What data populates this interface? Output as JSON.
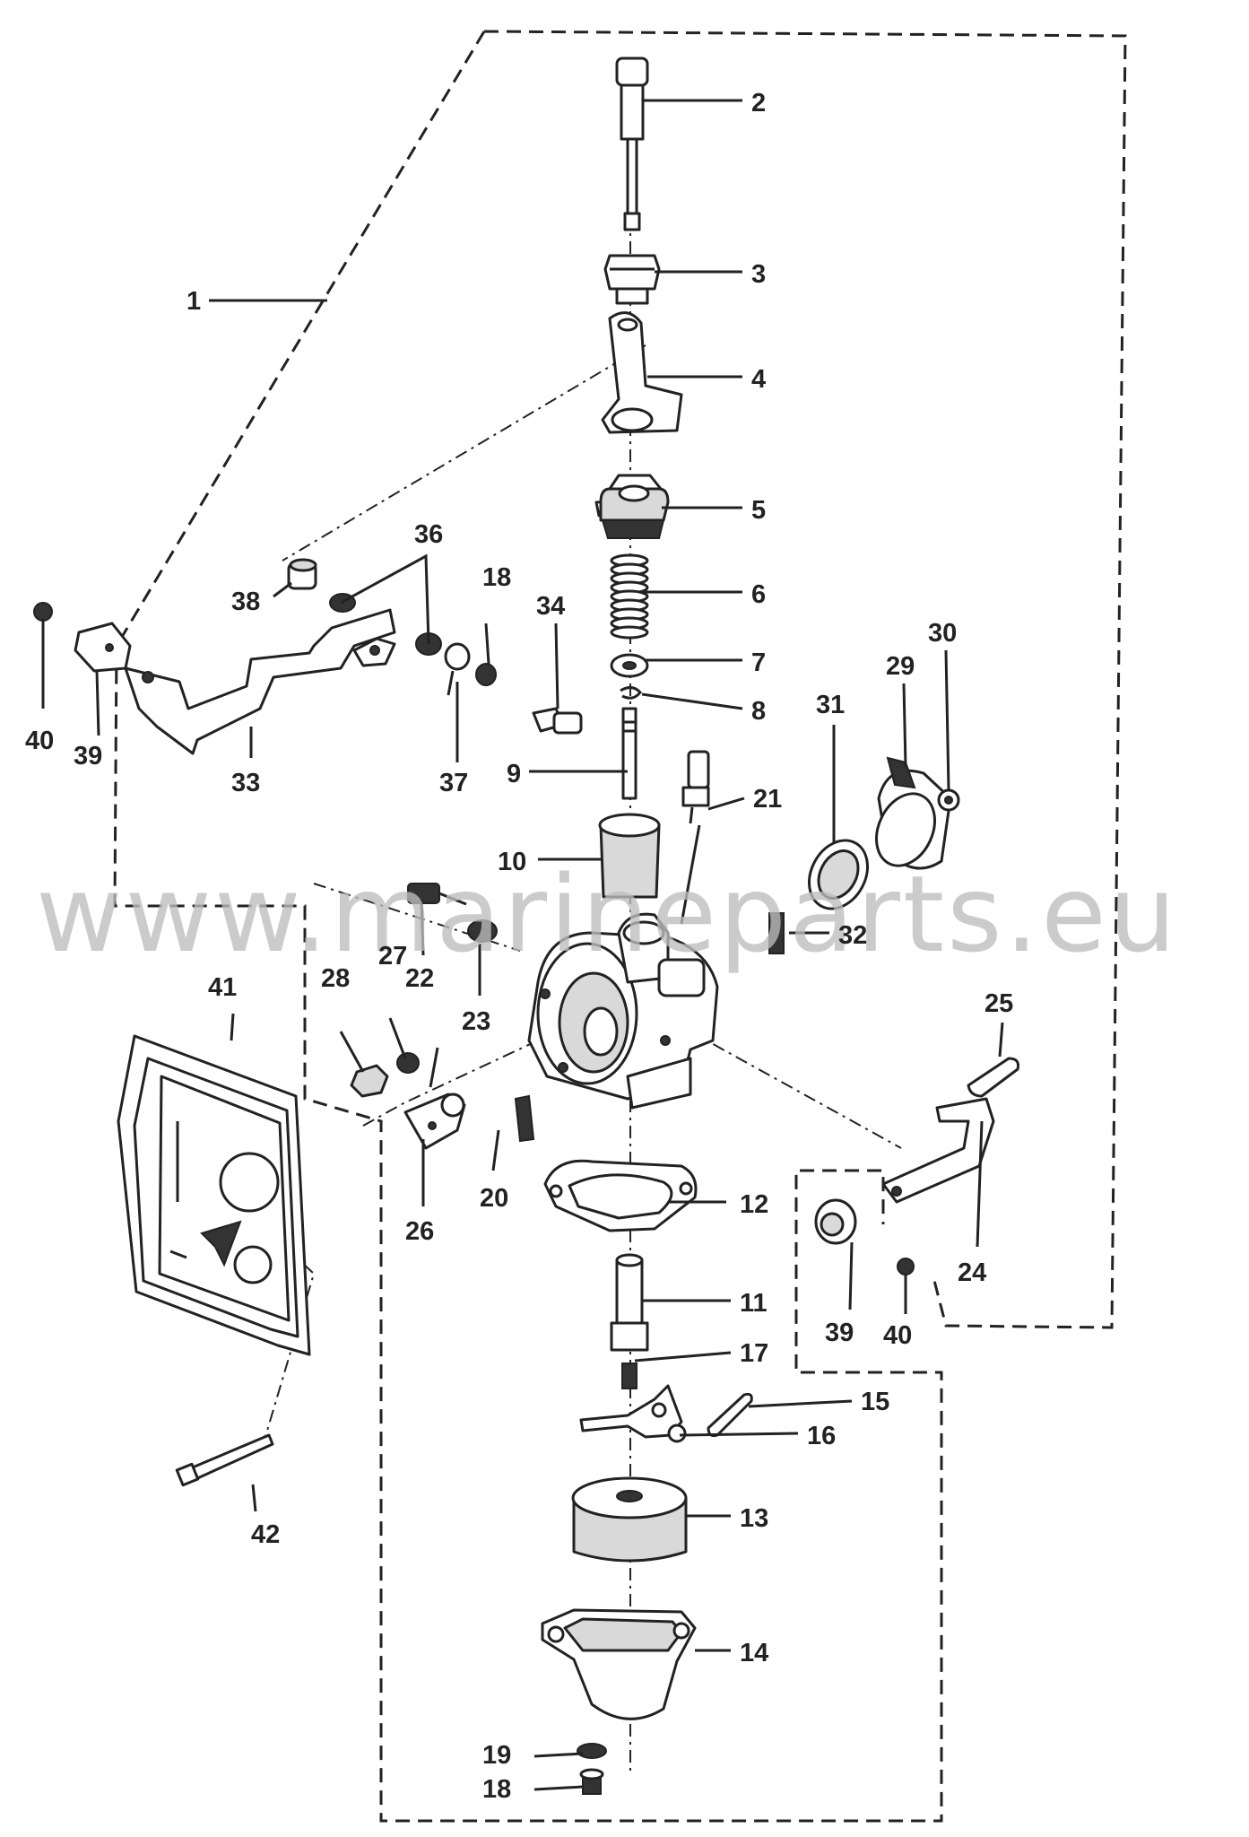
{
  "watermark": "www.marineparts.eu",
  "callouts": [
    {
      "id": "c1",
      "text": "1"
    },
    {
      "id": "c2",
      "text": "2"
    },
    {
      "id": "c3",
      "text": "3"
    },
    {
      "id": "c4",
      "text": "4"
    },
    {
      "id": "c5",
      "text": "5"
    },
    {
      "id": "c6",
      "text": "6"
    },
    {
      "id": "c7",
      "text": "7"
    },
    {
      "id": "c8",
      "text": "8"
    },
    {
      "id": "c9",
      "text": "9"
    },
    {
      "id": "c10",
      "text": "10"
    },
    {
      "id": "c11",
      "text": "11"
    },
    {
      "id": "c12",
      "text": "12"
    },
    {
      "id": "c13",
      "text": "13"
    },
    {
      "id": "c14",
      "text": "14"
    },
    {
      "id": "c15",
      "text": "15"
    },
    {
      "id": "c16",
      "text": "16"
    },
    {
      "id": "c17",
      "text": "17"
    },
    {
      "id": "c18a",
      "text": "18"
    },
    {
      "id": "c18b",
      "text": "18"
    },
    {
      "id": "c19",
      "text": "19"
    },
    {
      "id": "c20",
      "text": "20"
    },
    {
      "id": "c21",
      "text": "21"
    },
    {
      "id": "c22",
      "text": "22"
    },
    {
      "id": "c23",
      "text": "23"
    },
    {
      "id": "c24",
      "text": "24"
    },
    {
      "id": "c25",
      "text": "25"
    },
    {
      "id": "c26",
      "text": "26"
    },
    {
      "id": "c27",
      "text": "27"
    },
    {
      "id": "c28",
      "text": "28"
    },
    {
      "id": "c29",
      "text": "29"
    },
    {
      "id": "c30",
      "text": "30"
    },
    {
      "id": "c31",
      "text": "31"
    },
    {
      "id": "c32",
      "text": "32"
    },
    {
      "id": "c33",
      "text": "33"
    },
    {
      "id": "c34",
      "text": "34"
    },
    {
      "id": "c36",
      "text": "36"
    },
    {
      "id": "c37",
      "text": "37"
    },
    {
      "id": "c38",
      "text": "38"
    },
    {
      "id": "c39a",
      "text": "39"
    },
    {
      "id": "c39b",
      "text": "39"
    },
    {
      "id": "c40a",
      "text": "40"
    },
    {
      "id": "c40b",
      "text": "40"
    },
    {
      "id": "c41",
      "text": "41"
    },
    {
      "id": "c42",
      "text": "42"
    }
  ]
}
